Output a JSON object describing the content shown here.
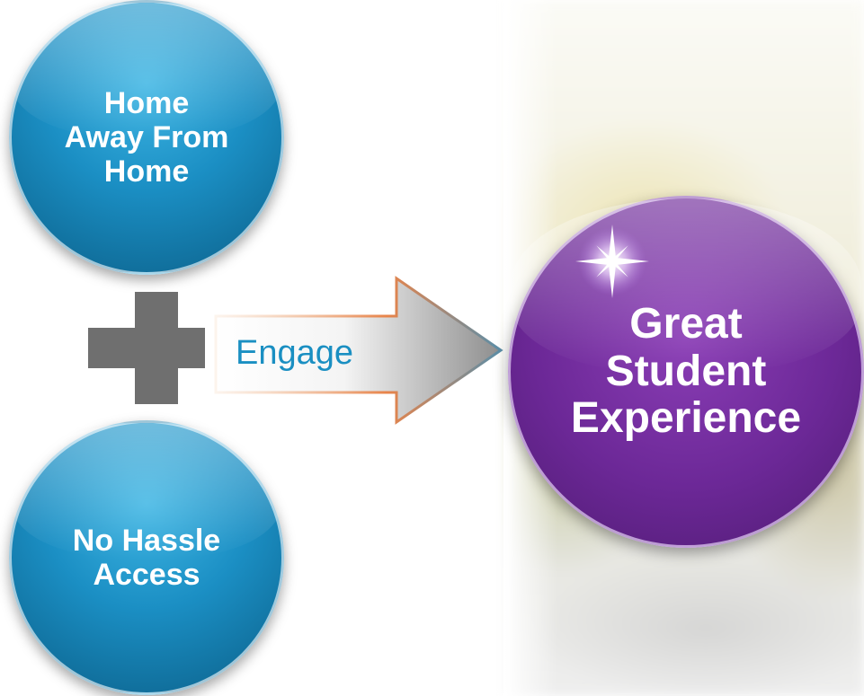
{
  "diagram": {
    "inputs": [
      {
        "label_lines": [
          "Home",
          "Away From",
          "Home"
        ]
      },
      {
        "label_lines": [
          "No Hassle",
          "Access"
        ]
      }
    ],
    "operator": "plus",
    "connector": {
      "label": "Engage"
    },
    "result": {
      "label_lines": [
        "Great",
        "Student",
        "Experience"
      ]
    }
  },
  "colors": {
    "input_circle": "#1b8fc4",
    "result_circle": "#6c2897",
    "operator": "#6f6f6f",
    "connector_text": "#1a8fc2"
  }
}
